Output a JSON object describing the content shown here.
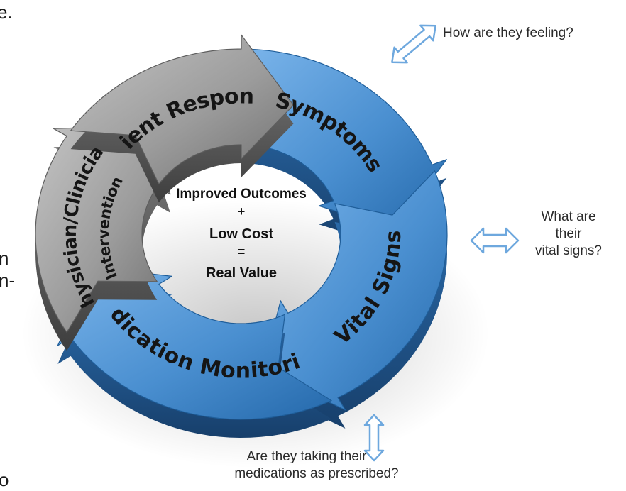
{
  "diagram": {
    "segments": [
      {
        "id": "symptoms",
        "label": "Symptoms",
        "color": "blue"
      },
      {
        "id": "vital-signs",
        "label": "Vital Signs",
        "color": "blue"
      },
      {
        "id": "medication-monitoring",
        "label": "Medication Monitoring",
        "color": "blue"
      },
      {
        "id": "physician-clinician",
        "label": "Physician/Clinician",
        "sublabel": "Intervention",
        "color": "gray"
      },
      {
        "id": "patient-response",
        "label": "Patient Response",
        "color": "gray"
      }
    ],
    "center": {
      "line1": "Improved Outcomes",
      "line2": "+",
      "line3": "Low Cost",
      "line4": "=",
      "line5": "Real Value"
    },
    "callouts": {
      "feeling": "How are they feeling?",
      "vital_1": "What are",
      "vital_2": "their",
      "vital_3": "vital signs?",
      "meds_1": "Are they taking their",
      "meds_2": "medications as prescribed?"
    },
    "left_fragments": [
      "e.",
      "n",
      "n-",
      "o"
    ]
  },
  "colors": {
    "blue": "#4a8fd0",
    "blue_dark": "#1f5e9a",
    "gray": "#9c9c9c",
    "gray_dark": "#5e5e5e",
    "arrow_outline": "#6ea8de"
  },
  "icons": [
    "double-arrow-icon"
  ]
}
